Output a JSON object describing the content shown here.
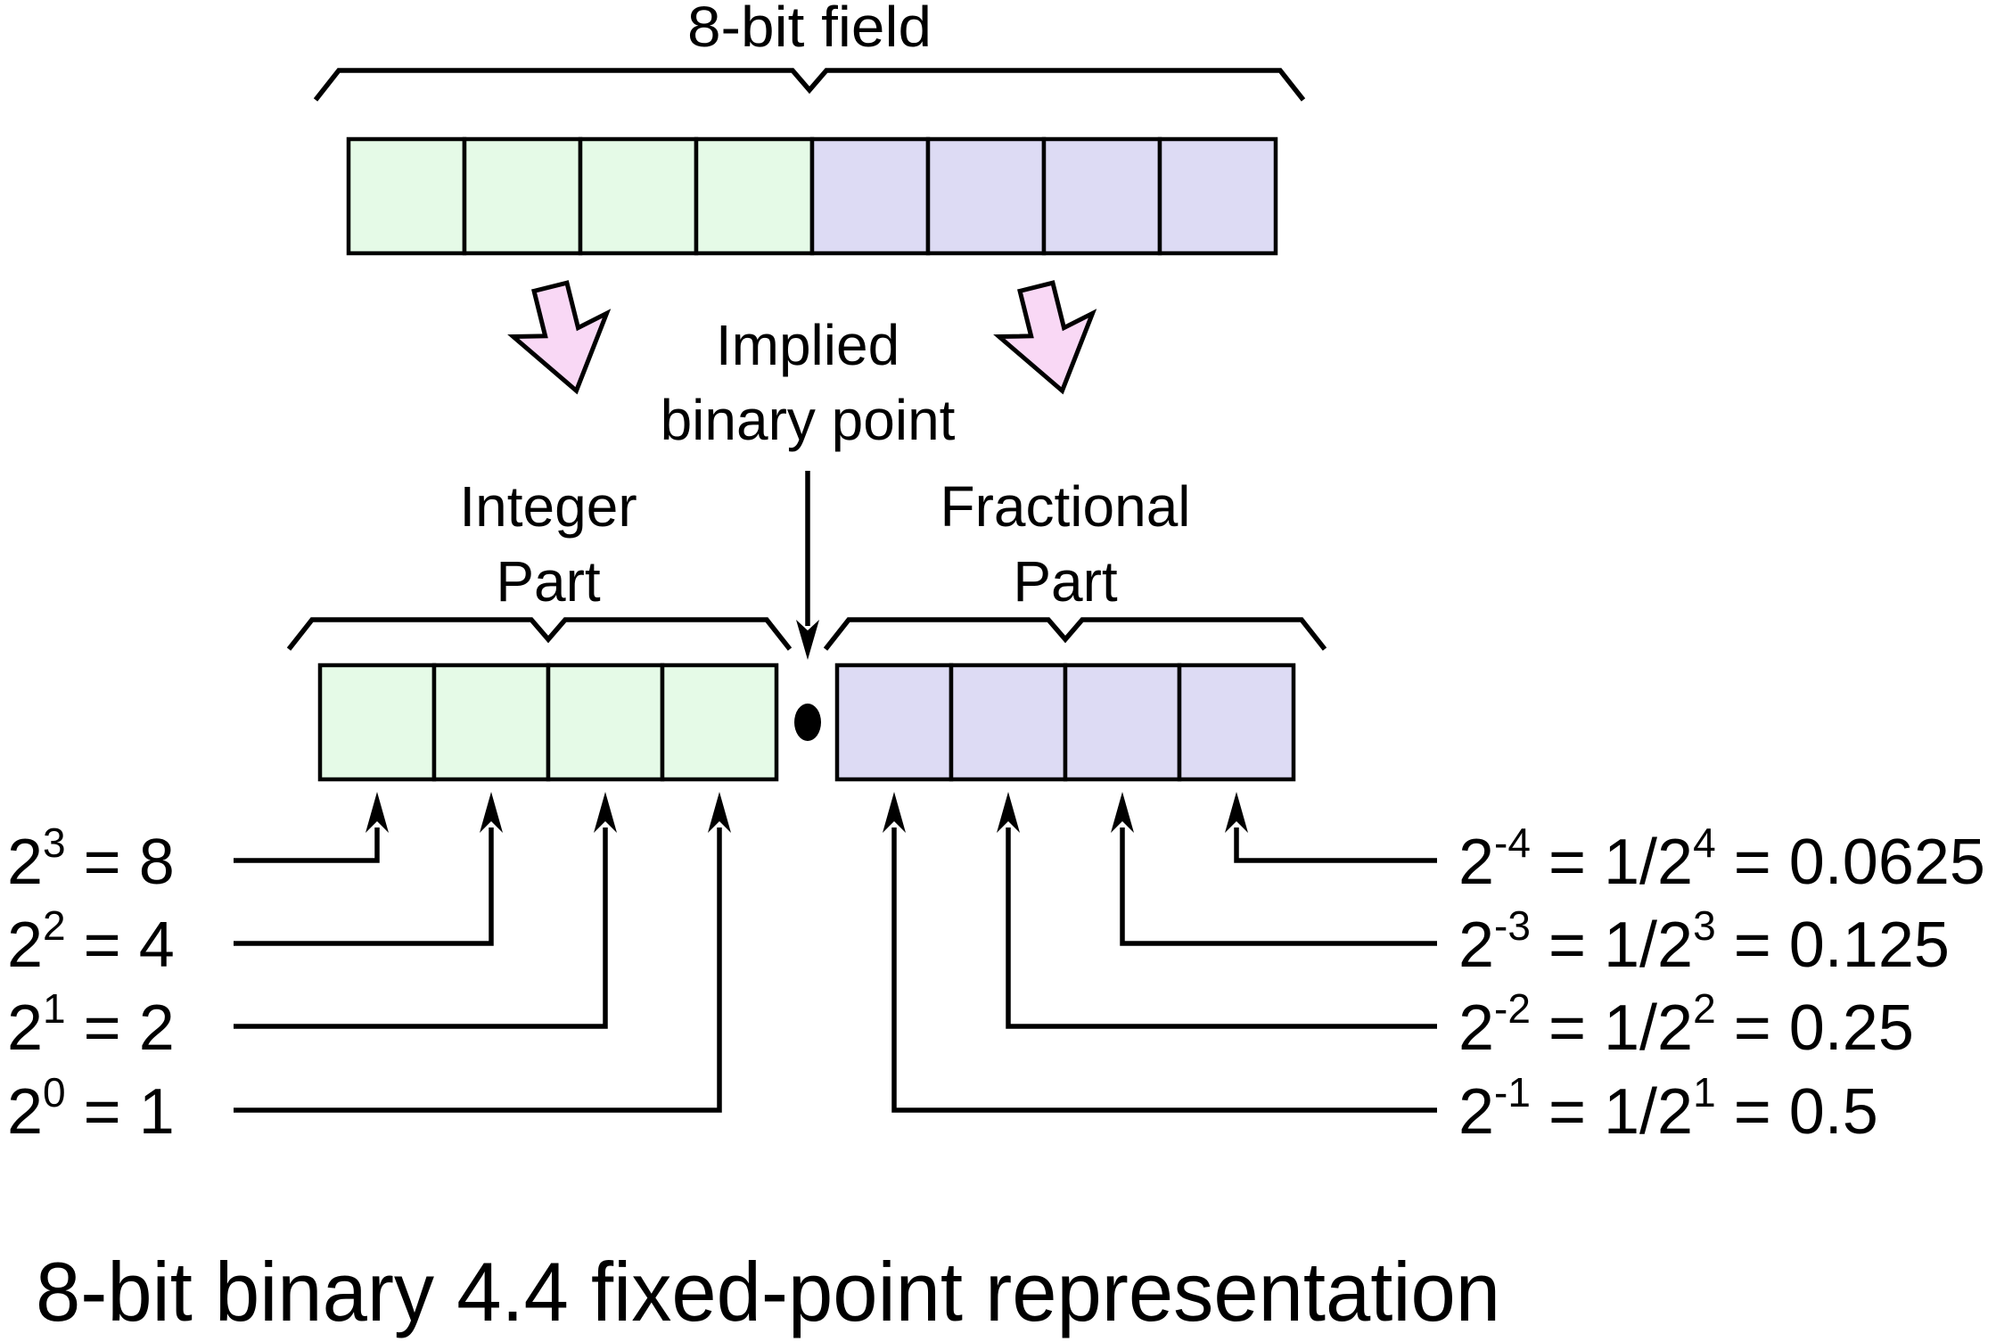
{
  "header": {
    "field_label": "8-bit field"
  },
  "implied_point": {
    "line1": "Implied",
    "line2": "binary point"
  },
  "integer_part": {
    "line1": "Integer",
    "line2": "Part"
  },
  "fractional_part": {
    "line1": "Fractional",
    "line2": "Part"
  },
  "structure": {
    "total_bits": 8,
    "integer_bits": 4,
    "fractional_bits": 4,
    "binary_point_symbol": "."
  },
  "integer_weights": [
    {
      "b": "2",
      "e": "3",
      "t": " = 8"
    },
    {
      "b": "2",
      "e": "2",
      "t": " = 4"
    },
    {
      "b": "2",
      "e": "1",
      "t": " = 2"
    },
    {
      "b": "2",
      "e": "0",
      "t": " = 1"
    }
  ],
  "fractional_weights": [
    {
      "b": "2",
      "e": "-4",
      "m": " = 1/2",
      "e2": "4",
      "t": " = 0.0625"
    },
    {
      "b": "2",
      "e": "-3",
      "m": " = 1/2",
      "e2": "3",
      "t": " = 0.125"
    },
    {
      "b": "2",
      "e": "-2",
      "m": " = 1/2",
      "e2": "2",
      "t": " = 0.25"
    },
    {
      "b": "2",
      "e": "-1",
      "m": " = 1/2",
      "e2": "1",
      "t": " = 0.5"
    }
  ],
  "caption": "8-bit binary 4.4 fixed-point representation",
  "colors": {
    "integer_fill": "#e5fae7",
    "fractional_fill": "#dddbf4",
    "arrow_fill": "#f9d8f5",
    "line": "#000000"
  }
}
